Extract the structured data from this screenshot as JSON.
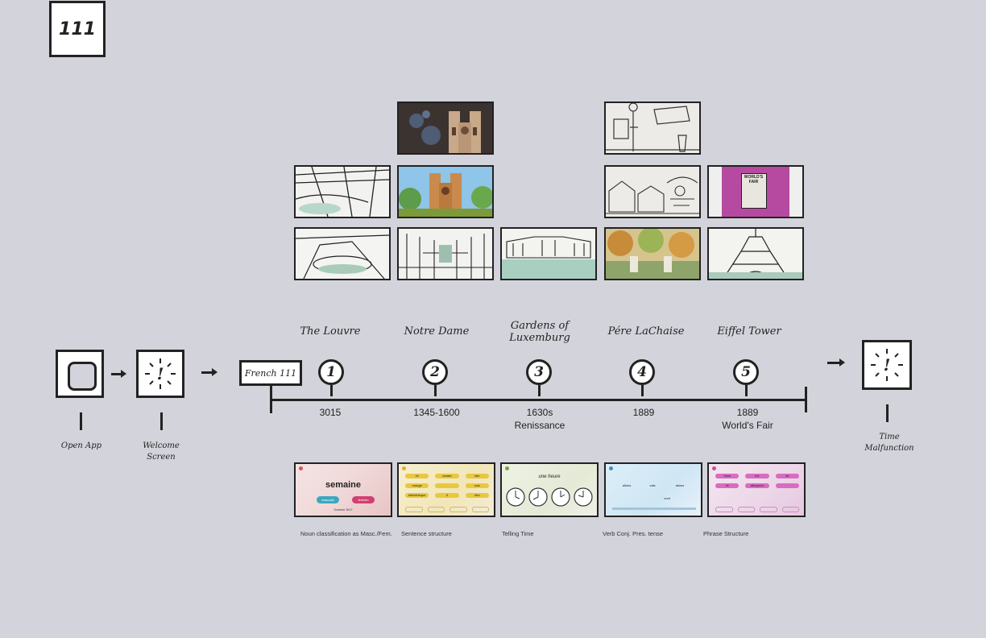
{
  "badge": "111",
  "flow": {
    "open_app": "Open App",
    "welcome": "Welcome Screen",
    "malfunction": "Time Malfunction",
    "course_label": "French 111"
  },
  "stops": [
    {
      "num": "1",
      "site": "The Louvre",
      "date": "3015",
      "subdate": ""
    },
    {
      "num": "2",
      "site": "Notre Dame",
      "date": "1345-1600",
      "subdate": ""
    },
    {
      "num": "3",
      "site": "Gardens of Luxemburg",
      "date": "1630s",
      "subdate": "Renissance"
    },
    {
      "num": "4",
      "site": "Pére LaChaise",
      "date": "1889",
      "subdate": ""
    },
    {
      "num": "5",
      "site": "Eiffel Tower",
      "date": "1889",
      "subdate": "World's Fair"
    }
  ],
  "lessons": [
    {
      "caption": "Noun classification as Masc./Fem.",
      "word": "semaine",
      "btn1": "masculin",
      "btn2": "féminin",
      "score": "Correct: 9/17"
    },
    {
      "caption": "Sentence structure",
      "chips": [
        "Je",
        "chaise",
        "elle",
        "mange",
        "",
        "suis",
        "bibliothèque",
        "Il",
        "Moi"
      ]
    },
    {
      "caption": "Telling Time",
      "title": "une heure"
    },
    {
      "caption": "Verb Conj. Pres. tense",
      "chips": [
        "allons",
        "vais",
        "allons",
        "",
        "vont"
      ]
    },
    {
      "caption": "Phrase Structure",
      "chips": [
        "Vous",
        "les",
        "de",
        "Je",
        "attrapons",
        ""
      ]
    }
  ],
  "artwork": {
    "fairposter": "WORLD'S FAIR"
  },
  "colors": {
    "background": "#d3d3db",
    "line": "#222222"
  }
}
